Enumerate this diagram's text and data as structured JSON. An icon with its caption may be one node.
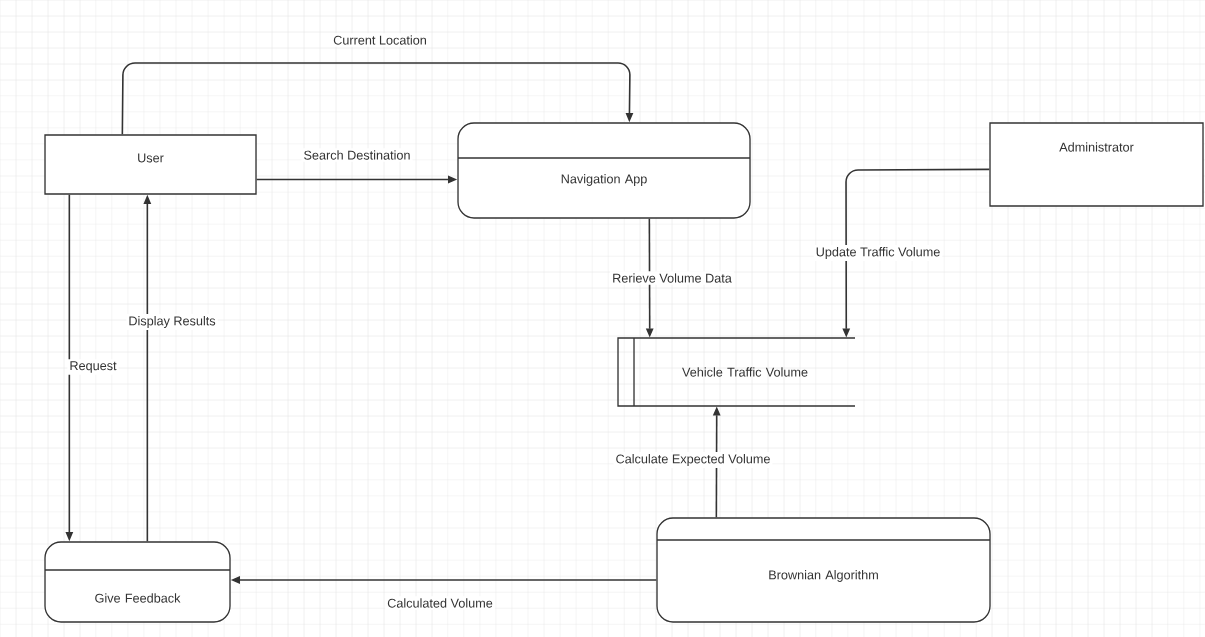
{
  "diagram": {
    "nodes": [
      {
        "text": [
          "User"
        ]
      },
      {
        "text": [
          "Navigation App"
        ]
      },
      {
        "text": [
          "Administrator"
        ]
      },
      {
        "text": [
          "Vehicle Traffic Volume"
        ]
      },
      {
        "text": [
          "Give Feedback"
        ]
      },
      {
        "text": [
          "Brownian Algorithm"
        ]
      }
    ],
    "edges": [
      {
        "from": 0,
        "to": 1,
        "arrow": "to",
        "label": "Current Location"
      },
      {
        "from": 0,
        "to": 1,
        "arrow": "to",
        "label": "Search Destination"
      },
      {
        "from": 1,
        "to": 3,
        "arrow": "to",
        "label": "Rerieve Volume Data"
      },
      {
        "from": 2,
        "to": 3,
        "arrow": "to",
        "label": "Update Traffic Volume"
      },
      {
        "from": 0,
        "to": 4,
        "arrow": "to",
        "label": "Request"
      },
      {
        "from": 4,
        "to": 0,
        "arrow": "to",
        "label": "Display Results"
      },
      {
        "from": 5,
        "to": 3,
        "arrow": "to",
        "label": "Calculate Expected Volume"
      },
      {
        "from": 5,
        "to": 4,
        "arrow": "to",
        "label": "Calculated Volume"
      }
    ]
  }
}
